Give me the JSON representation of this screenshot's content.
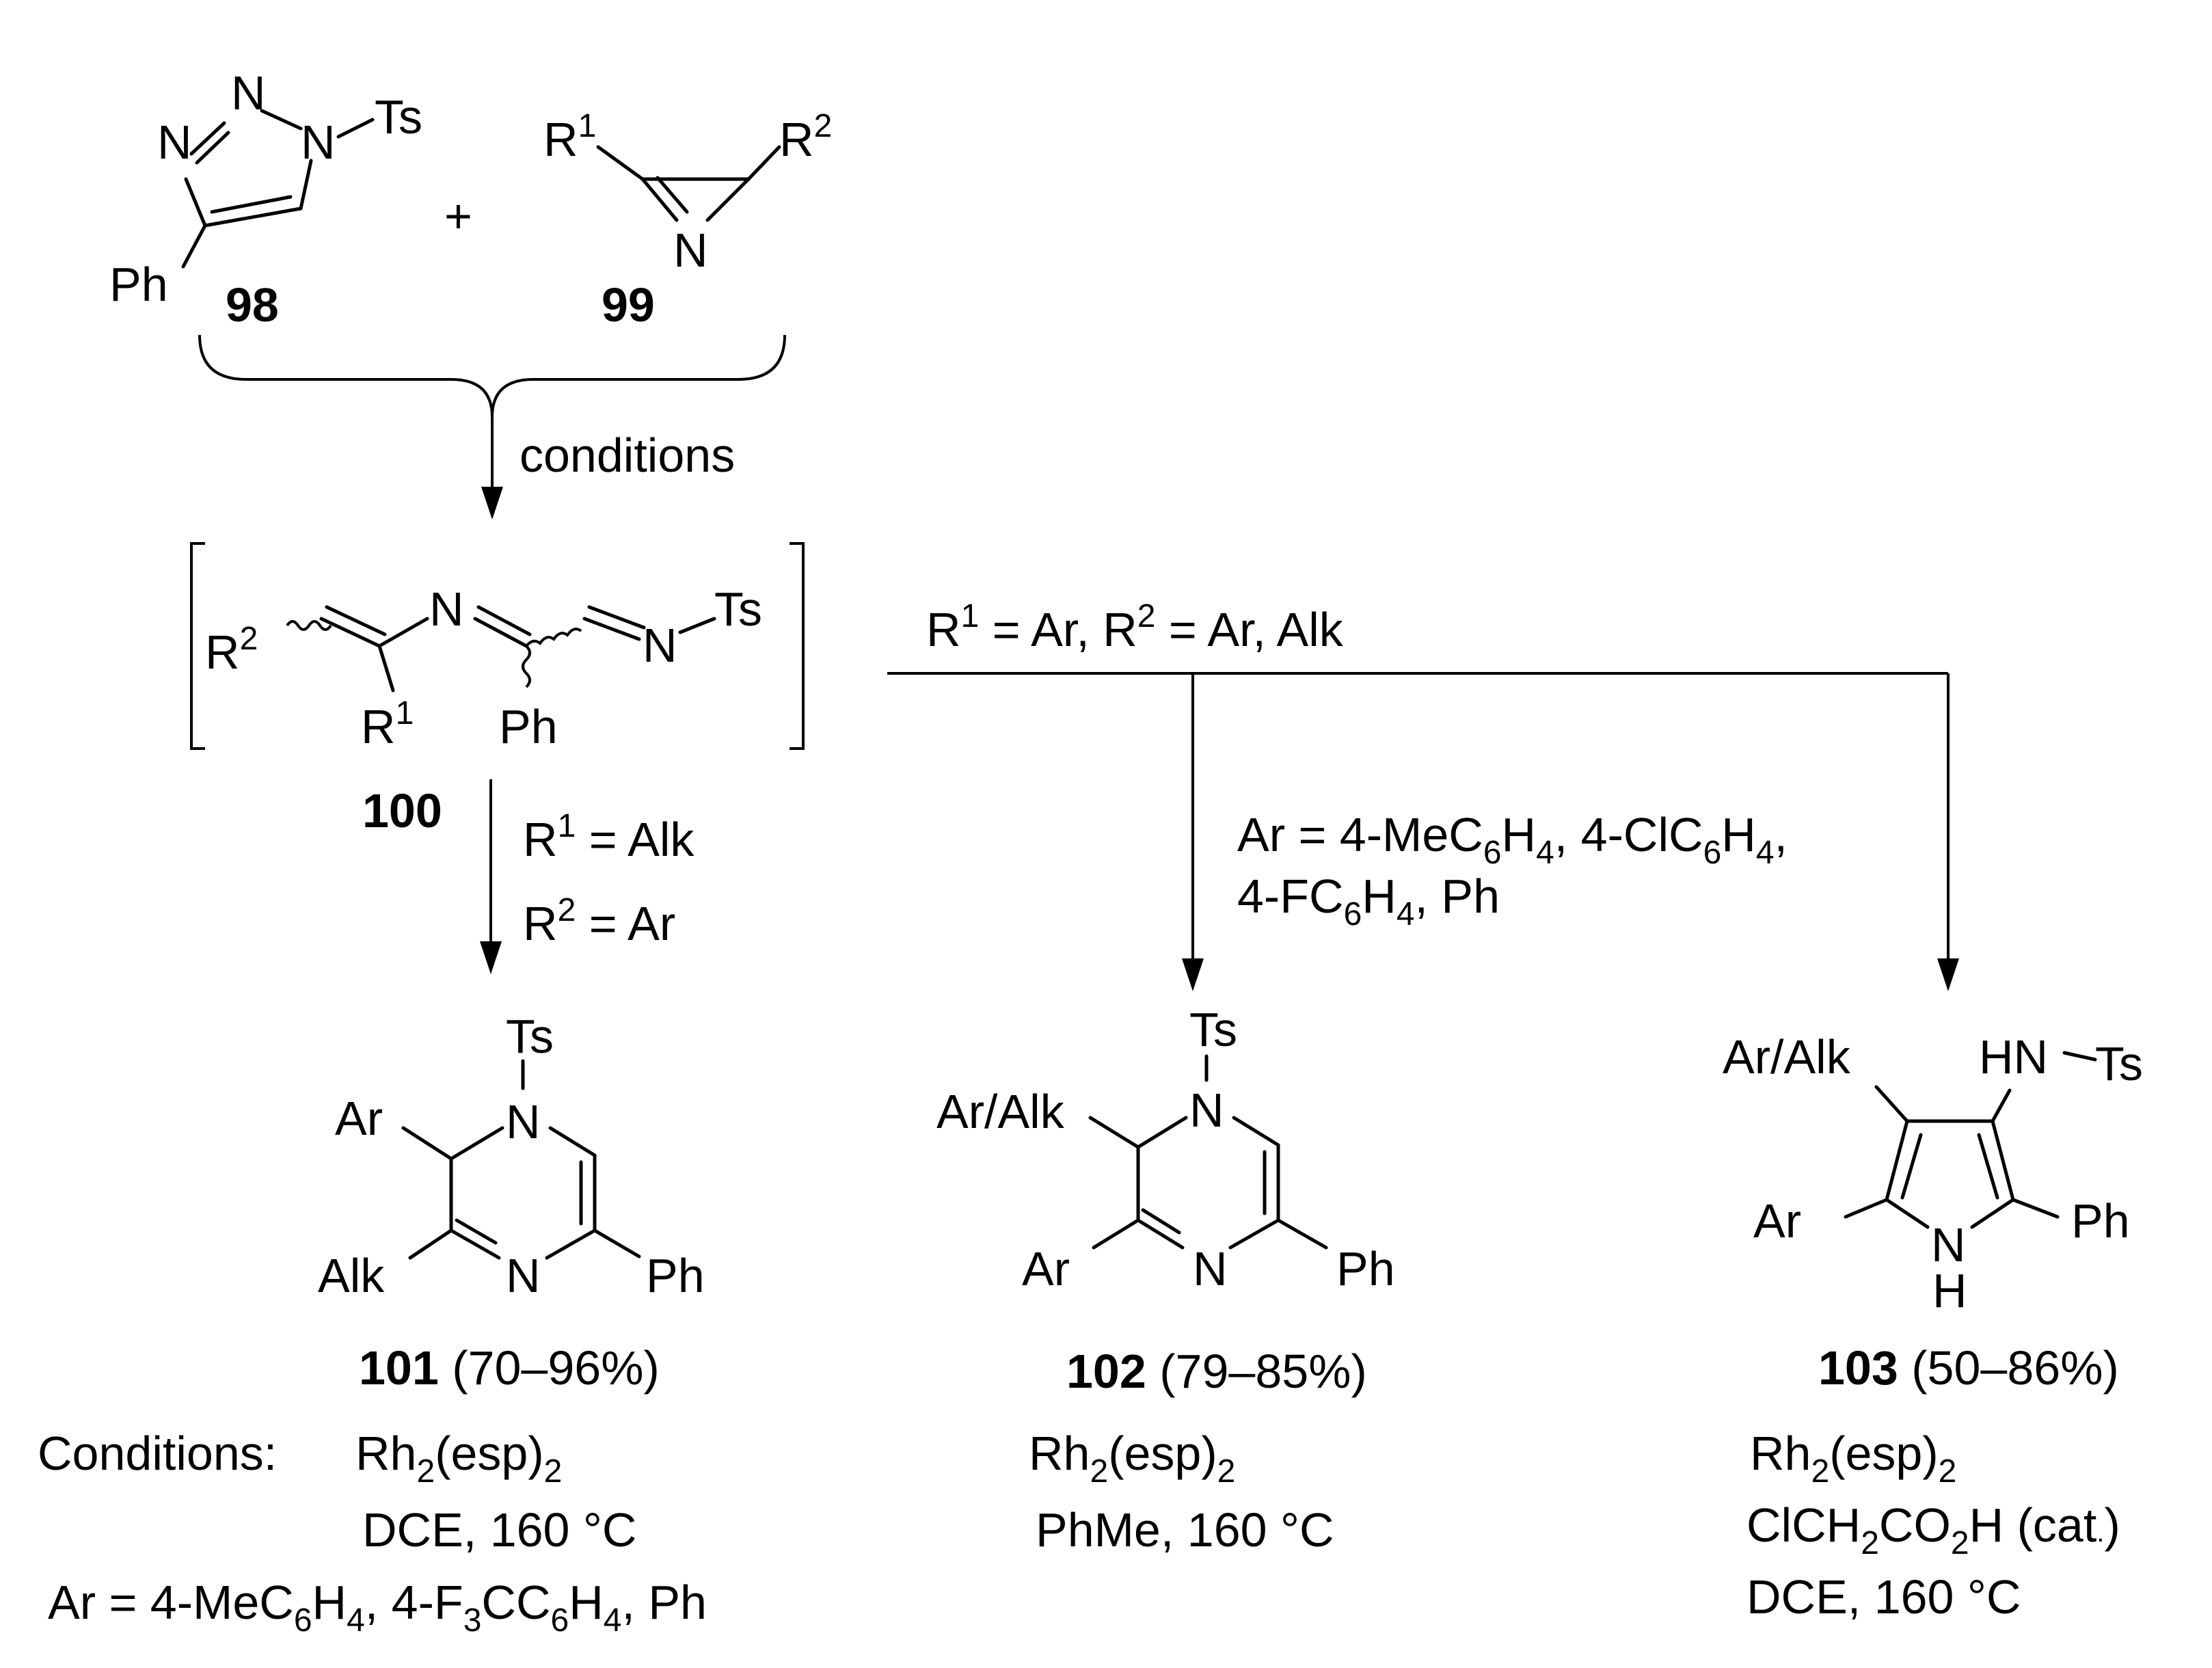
{
  "reactants": {
    "triazole": {
      "atom_labels": [
        "N",
        "N",
        "N",
        "Ts",
        "Ph"
      ],
      "compound_number": "98"
    },
    "plus": "+",
    "azirine": {
      "atom_labels": [
        "R",
        "1",
        "R",
        "2",
        "N"
      ],
      "compound_number": "99"
    }
  },
  "step1": {
    "reagent": "conditions"
  },
  "intermediate": {
    "labels": [
      "R",
      "2",
      "N",
      "N",
      "Ts",
      "R",
      "1",
      "Ph"
    ],
    "compound_number": "100"
  },
  "branch_common": {
    "label": [
      "R",
      "1",
      " = Ar, R",
      "2",
      " = Ar, Alk"
    ]
  },
  "branch_101": {
    "condition_line1": [
      "R",
      "1",
      " = Alk"
    ],
    "condition_line2": [
      "R",
      "2",
      " = Ar"
    ],
    "atom_labels": [
      "Ts",
      "N",
      "Ar",
      "Alk",
      "N",
      "Ph"
    ],
    "compound_number": "101",
    "yield": " (70–96%)",
    "conditions_heading": "Conditions:",
    "catalyst": [
      "Rh",
      "2",
      "(esp)",
      "2"
    ],
    "solvent": "DCE, 160 °C",
    "scope": [
      "Ar = 4-MeC",
      "6",
      "H",
      "4",
      ", 4-F",
      "3",
      "CC",
      "6",
      "H",
      "4",
      ", Ph"
    ]
  },
  "branch_102": {
    "scope_line1": [
      "Ar = 4-MeC",
      "6",
      "H",
      "4",
      ", 4-ClC",
      "6",
      "H",
      "4",
      ","
    ],
    "scope_line2": [
      "4-FC",
      "6",
      "H",
      "4",
      ", Ph"
    ],
    "atom_labels": [
      "Ts",
      "N",
      "Ar/Alk",
      "Ar",
      "N",
      "Ph"
    ],
    "compound_number": "102",
    "yield": " (79–85%)",
    "catalyst": [
      "Rh",
      "2",
      "(esp)",
      "2"
    ],
    "solvent": "PhMe, 160 °C"
  },
  "branch_103": {
    "atom_labels": [
      "Ar/Alk",
      "HN",
      "Ts",
      "Ar",
      "Ph",
      "N",
      "H"
    ],
    "compound_number": "103",
    "yield": " (50–86%)",
    "catalyst": [
      "Rh",
      "2",
      "(esp)",
      "2"
    ],
    "additive": [
      "ClCH",
      "2",
      "CO",
      "2",
      "H (cat",
      ".",
      ")"
    ],
    "solvent": "DCE, 160 °C"
  }
}
